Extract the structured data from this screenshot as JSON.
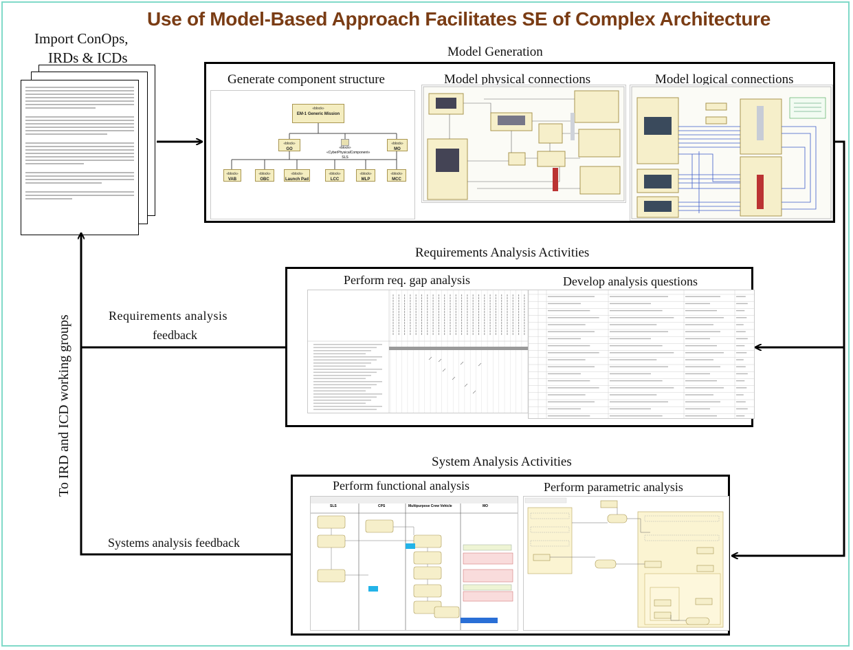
{
  "title": "Use of Model-Based Approach Facilitates SE of Complex Architecture",
  "import_docs": {
    "line1": "Import ConOps,",
    "line2": "IRDs & ICDs"
  },
  "model_generation": {
    "heading": "Model Generation",
    "component_structure": {
      "label": "Generate component structure",
      "top": {
        "stereo": "«block»",
        "name": "EM-1 Generic Mission"
      },
      "mid": [
        {
          "stereo": "«block»",
          "name": "GO"
        },
        {
          "stereo": "«block»",
          "name": "«CyberPhysicalComponent»\nSLS"
        },
        {
          "stereo": "«block»",
          "name": "MO"
        }
      ],
      "leaves": [
        {
          "stereo": "«block»",
          "name": "VAB"
        },
        {
          "stereo": "«block»",
          "name": "OBC"
        },
        {
          "stereo": "«block»",
          "name": "Launch Pad"
        },
        {
          "stereo": "«block»",
          "name": "LCC"
        },
        {
          "stereo": "«block»",
          "name": "MLP"
        },
        {
          "stereo": "«block»",
          "name": "MCC"
        }
      ]
    },
    "physical": {
      "label": "Model physical connections"
    },
    "logical": {
      "label": "Model logical connections"
    }
  },
  "requirements": {
    "heading": "Requirements Analysis Activities",
    "gap": {
      "label": "Perform req. gap analysis"
    },
    "questions": {
      "label": "Develop analysis questions"
    }
  },
  "system": {
    "heading": "System Analysis Activities",
    "functional": {
      "label": "Perform functional analysis",
      "lanes": [
        "SLS",
        "CPS",
        "Multipurpose Crew Vehicle",
        "MO"
      ]
    },
    "parametric": {
      "label": "Perform parametric analysis"
    }
  },
  "feedback": {
    "requirements_line1": "Requirements  analysis",
    "requirements_line2": "feedback",
    "systems": "Systems  analysis  feedback",
    "working_groups": "To IRD and ICD working groups"
  },
  "colors": {
    "title": "#7a3c14",
    "frame": "#7fd9c8",
    "block_fill": "#f4edc0",
    "lines": "#3b5bc8"
  }
}
